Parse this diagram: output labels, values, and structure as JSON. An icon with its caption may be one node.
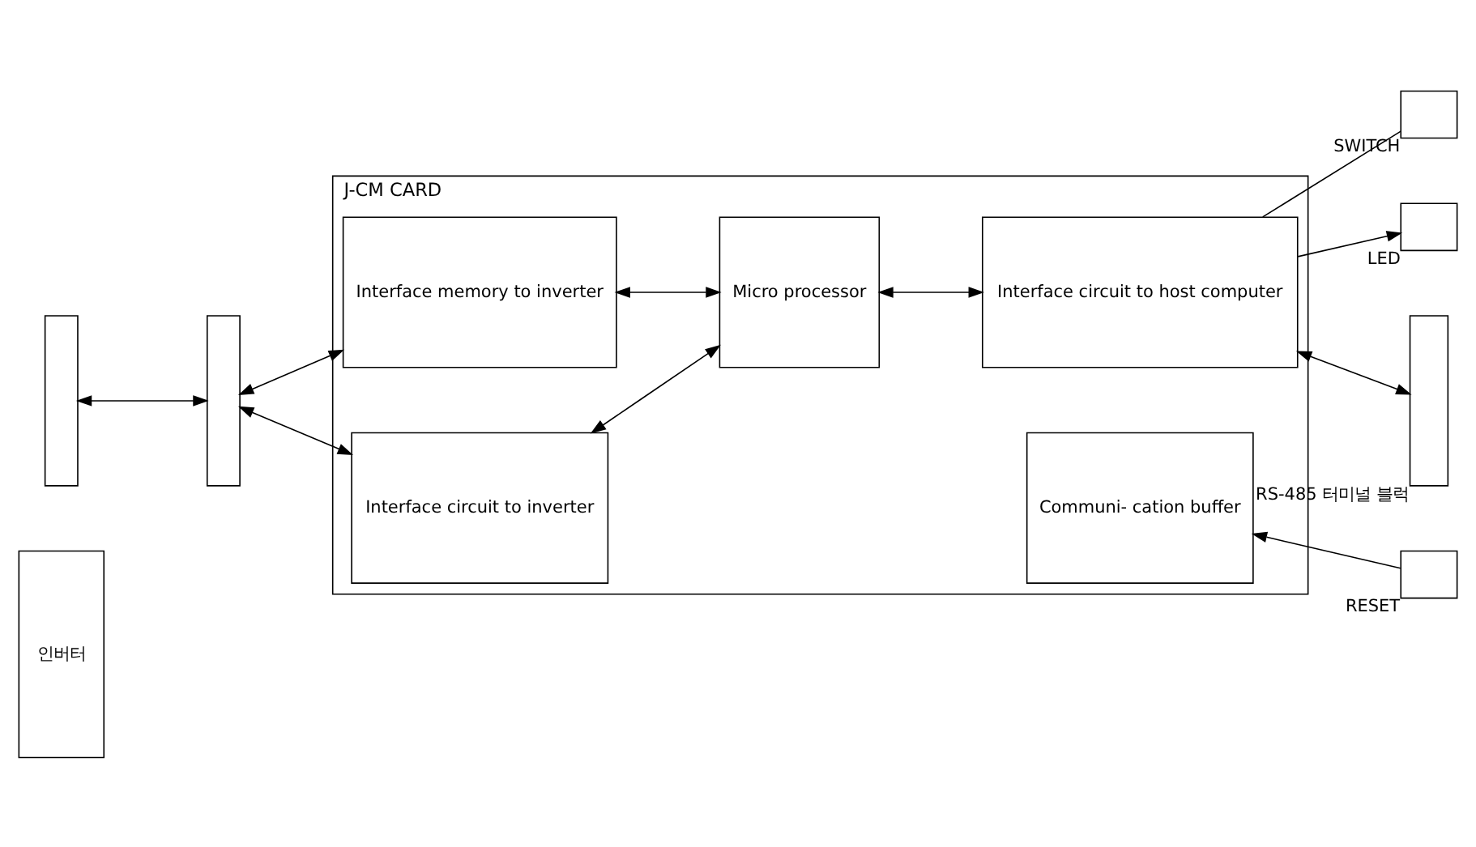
{
  "diagram": {
    "nodes": [
      {
        "text": [
          "인버터"
        ]
      },
      {
        "text": [],
        "shape": "box"
      },
      {
        "text": [],
        "shape": "box"
      },
      {
        "text": [
          "J-CM CARD"
        ]
      },
      {
        "text": [
          "Interface memory to inverter"
        ],
        "in": 3
      },
      {
        "text": [
          "Interface circuit to inverter"
        ],
        "in": 3
      },
      {
        "text": [
          "Micro processor"
        ],
        "in": 3
      },
      {
        "text": [
          "Communi- cation buffer"
        ],
        "in": 3
      },
      {
        "text": [
          "Interface circuit to host computer"
        ],
        "in": 3
      },
      {
        "text": [],
        "shape": "box",
        "beside": [
          "RESET"
        ]
      },
      {
        "text": [],
        "shape": "box",
        "beside": [
          "LED"
        ]
      },
      {
        "text": [],
        "shape": "box",
        "beside": [
          "SWITCH"
        ]
      },
      {
        "text": [],
        "shape": "box",
        "beside": [
          "RS-485 터미널 블럭"
        ]
      }
    ],
    "edges": [
      {
        "from": 1,
        "to": 2,
        "arrow": "both"
      },
      {
        "from": 2,
        "to": 4,
        "arrow": "both"
      },
      {
        "from": 2,
        "to": 5,
        "arrow": "both"
      },
      {
        "from": 4,
        "to": 6,
        "arrow": "both"
      },
      {
        "from": 5,
        "to": 6,
        "arrow": "both"
      },
      {
        "from": 6,
        "to": 8,
        "arrow": "both"
      },
      {
        "from": 9,
        "to": 7,
        "arrow": "to"
      },
      {
        "from": 8,
        "to": 10,
        "arrow": "to"
      },
      {
        "from": 11,
        "to": 8,
        "arrow": "none"
      },
      {
        "from": 8,
        "to": 12,
        "arrow": "both"
      }
    ]
  }
}
